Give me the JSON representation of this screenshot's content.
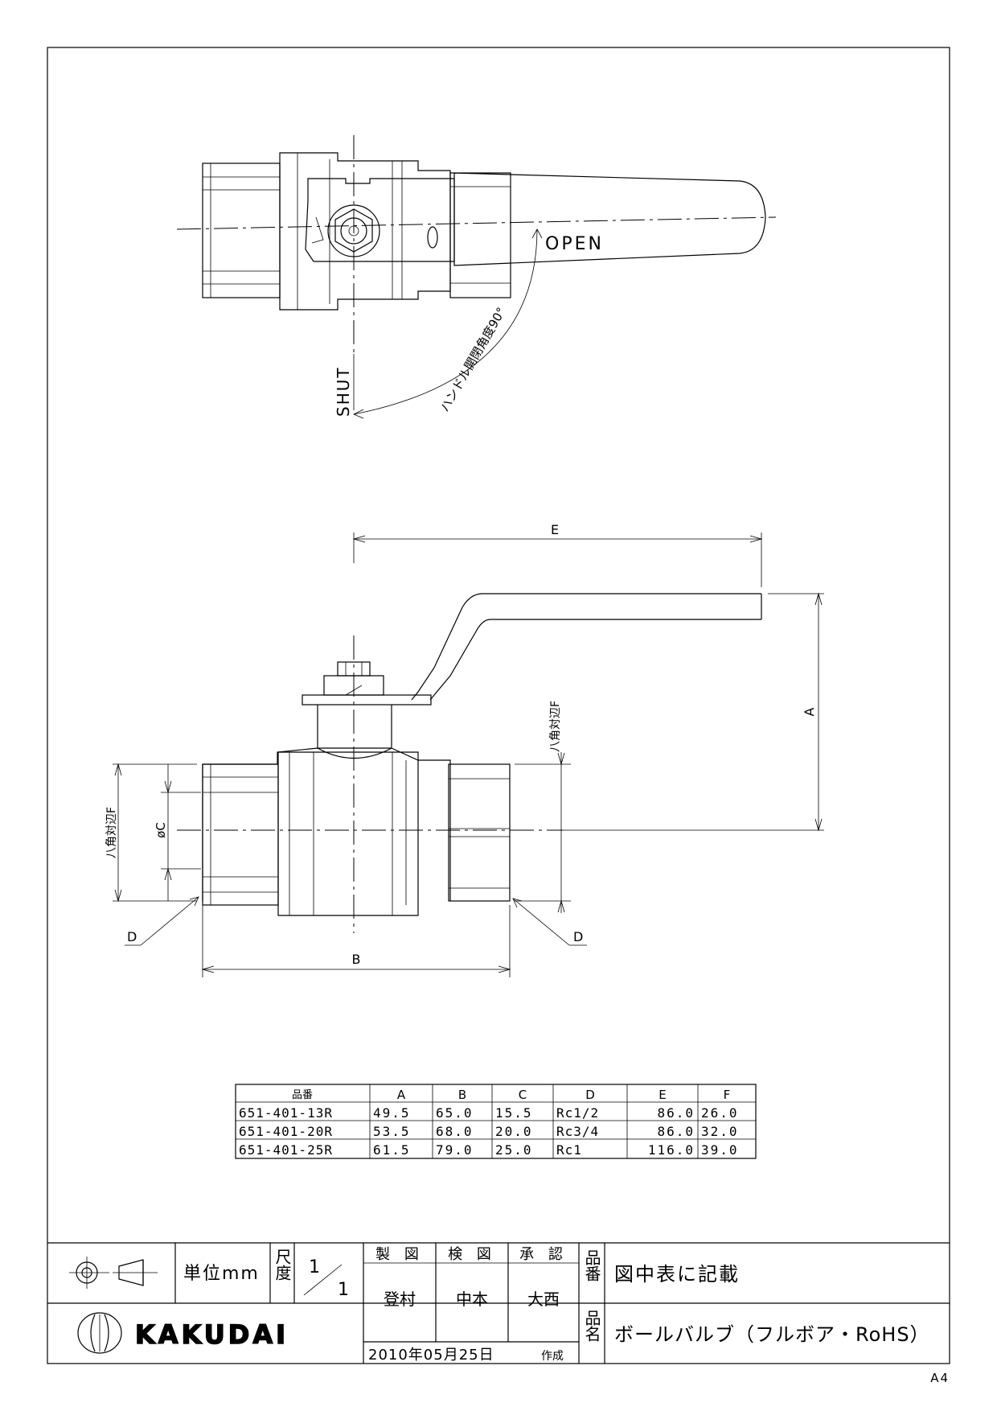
{
  "drawing": {
    "labels": {
      "open": "OPEN",
      "shut": "SHUT",
      "angle_note": "ハンドル開閉角度90°",
      "dim_a": "A",
      "dim_b": "B",
      "dim_c": "øC",
      "dim_d_left": "D",
      "dim_d_right": "D",
      "dim_e": "E",
      "dim_f_left": "八角対辺F",
      "dim_f_right": "八角対辺F"
    }
  },
  "table": {
    "headers": [
      "品番",
      "A",
      "B",
      "C",
      "D",
      "E",
      "F"
    ],
    "rows": [
      [
        "651-401-13R",
        "49.5",
        "65.0",
        "15.5",
        "Rc1/2",
        "86.0",
        "26.0"
      ],
      [
        "651-401-20R",
        "53.5",
        "68.0",
        "20.0",
        "Rc3/4",
        "86.0",
        "32.0"
      ],
      [
        "651-401-25R",
        "61.5",
        "79.0",
        "25.0",
        "Rc1",
        "116.0",
        "39.0"
      ]
    ]
  },
  "title_block": {
    "unit_label": "単位mm",
    "scale_label": "尺度",
    "scale_num": "1",
    "scale_den": "1",
    "made_label": "製 図",
    "check_label": "検 図",
    "approve_label": "承 認",
    "made_by": "登村",
    "checked_by": "中本",
    "approved_by": "大西",
    "date": "2010年05月25日",
    "created": "作成",
    "part_no_label": "品番",
    "part_no_value": "図中表に記載",
    "part_name_label": "品名",
    "part_name_value": "ボールバルブ（フルボア・RoHS）",
    "brand": "KAKUDAI"
  },
  "sheet": {
    "size": "A4"
  }
}
